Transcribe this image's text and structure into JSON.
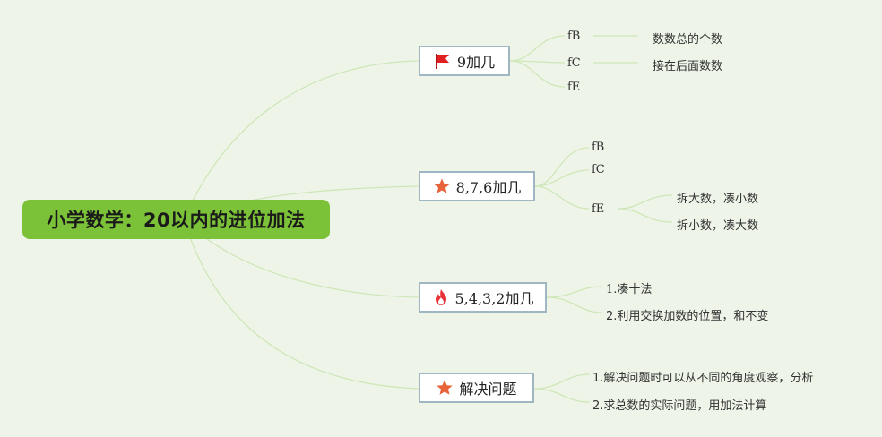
{
  "root": {
    "title": "小学数学：20以内的进位加法"
  },
  "branches": [
    {
      "label": "9加几",
      "icon": "red-flag-icon",
      "children": [
        {
          "label": "fB",
          "note": "数数总的个数"
        },
        {
          "label": "fC",
          "note": "接在后面数数"
        },
        {
          "label": "fE"
        }
      ]
    },
    {
      "label": "8,7,6加几",
      "icon": "orange-star-icon",
      "children": [
        {
          "label": "fB"
        },
        {
          "label": "fC"
        },
        {
          "label": "fE",
          "children": [
            "拆大数，凑小数",
            "拆小数，凑大数"
          ]
        }
      ]
    },
    {
      "label": "5,4,3,2加几",
      "icon": "fire-icon",
      "children": [
        {
          "label": "1.凑十法"
        },
        {
          "label": "2.利用交换加数的位置，和不变"
        }
      ]
    },
    {
      "label": "解决问题",
      "icon": "orange-star-icon",
      "children": [
        {
          "label": "1.解决问题时可以从不同的角度观察，分析"
        },
        {
          "label": "2.求总数的实际问题，用加法计算"
        }
      ]
    }
  ],
  "colors": {
    "background": "#eef5e8",
    "root_fill": "#7cc238",
    "branch_border": "#9fb7c3",
    "connector": "#cfe6b8",
    "flag_red": "#e02020",
    "star_orange": "#e8623a"
  }
}
